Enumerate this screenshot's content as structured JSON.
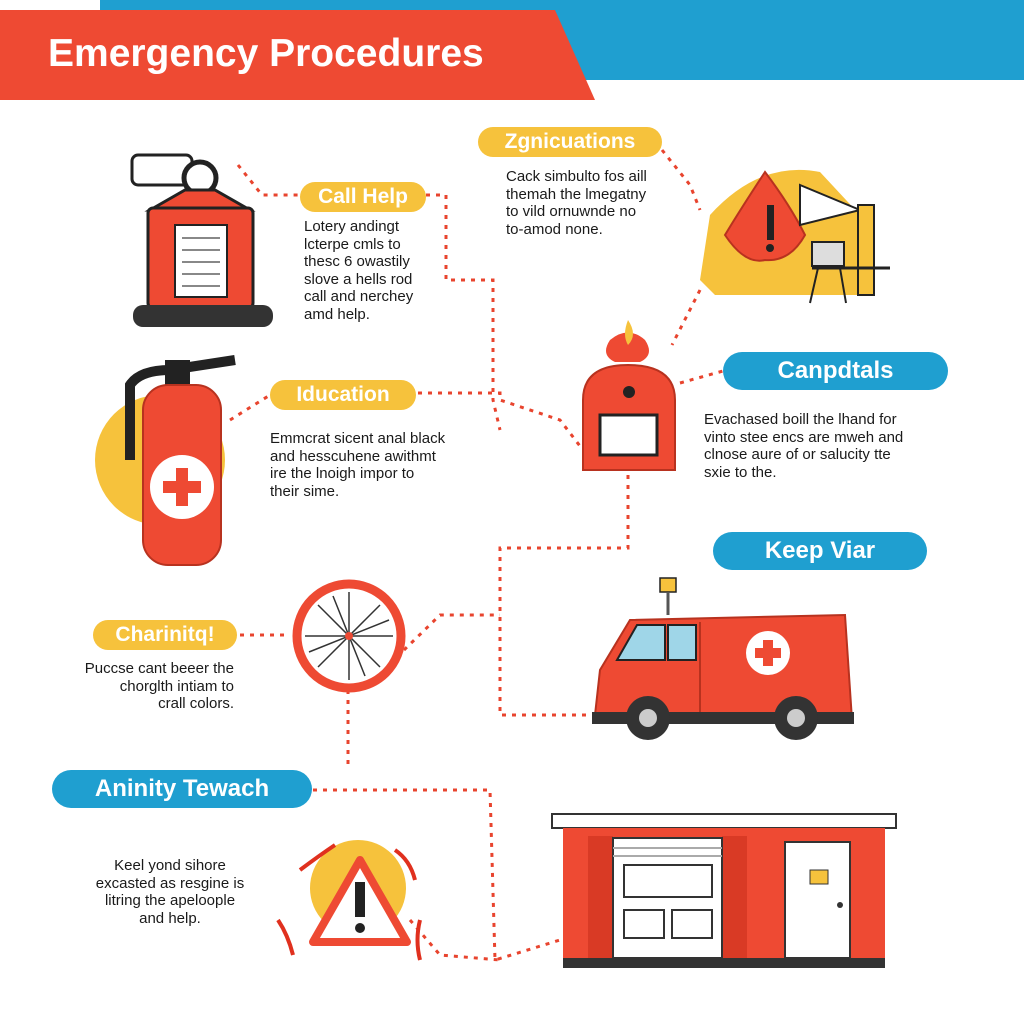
{
  "header": {
    "title": "Emergency Procedures"
  },
  "colors": {
    "red": "#ee4a33",
    "blue": "#1f9fd0",
    "yellow": "#f6c23c"
  },
  "sections": [
    {
      "label": "Call Help",
      "text": "Lotery andingt\nlcterpe cmls to\nthesc 6 owastily\nslove a hells rod\ncall and nerchey\namd help.",
      "icon": "alarm-box-icon"
    },
    {
      "label": "Zgnicuations",
      "text": "Cack simbulto fos aill\nthemah the lmegatny\nto vild ornuwnde no\nto-amod none.",
      "icon": "warning-sign-icon"
    },
    {
      "label": "Iducation",
      "text": "Emmcrat sicent anal black\nand hesscuhene awithmt\nire the lnoigh impor to\ntheir sime.",
      "icon": "fire-extinguisher-icon"
    },
    {
      "label": "Canpdtals",
      "text": "Evachased boill the lhand for\nvinto stee encs are mweh and\nclnose aure of or salucity tte\nsxie to the.",
      "icon": "fire-alarm-icon"
    },
    {
      "label": "Keep Viar",
      "text": "",
      "icon": "ambulance-icon"
    },
    {
      "label": "Charinitq!",
      "text": "Puccse cant beeer the\nchorglth intiam to\ncrall colors.",
      "icon": "clock-icon"
    },
    {
      "label": "Aninity Tewach",
      "text": "Keel yond sihore\nexcasted as resgine is\nlitring the apeloople\nand help.",
      "icon": "warning-triangle-icon"
    }
  ]
}
